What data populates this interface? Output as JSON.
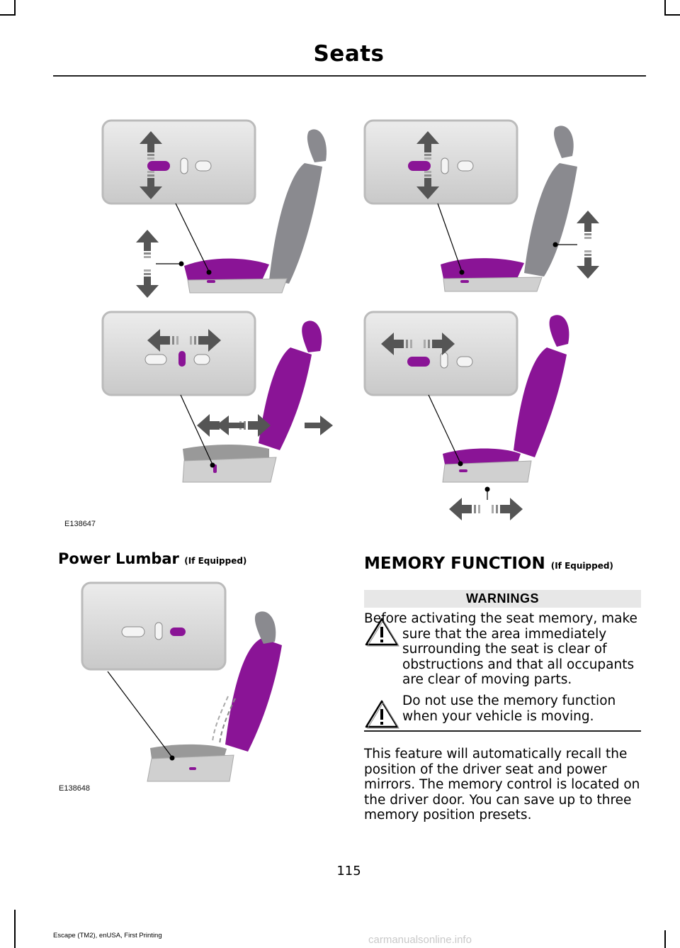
{
  "header": {
    "title": "Seats"
  },
  "figures": {
    "seat_adjust": {
      "code": "E138647"
    },
    "lumbar": {
      "code": "E138648"
    }
  },
  "lumbar_section": {
    "title": "Power Lumbar",
    "qualifier": "(If Equipped)"
  },
  "memory_section": {
    "title": "MEMORY FUNCTION",
    "qualifier": "(If Equipped)",
    "warnings_label": "WARNINGS",
    "warnings": [
      "Before activating the seat memory, make sure that the area immediately surrounding the seat is clear of obstructions and that all occupants are clear of moving parts.",
      "Do not use the memory function when your vehicle is moving."
    ],
    "paragraph": "This feature will automatically recall the position of the driver seat and power mirrors. The memory control is located on the driver door. You can save up to three memory position presets."
  },
  "footer": {
    "page_number": "115",
    "text": "Escape (TM2), enUSA, First Printing"
  },
  "watermark": {
    "text": "carmanualsonline.info"
  },
  "colors": {
    "accent": "#8a1496",
    "seat_grey": "#8a8a8f",
    "panel_grey": "#d6d6d6"
  }
}
